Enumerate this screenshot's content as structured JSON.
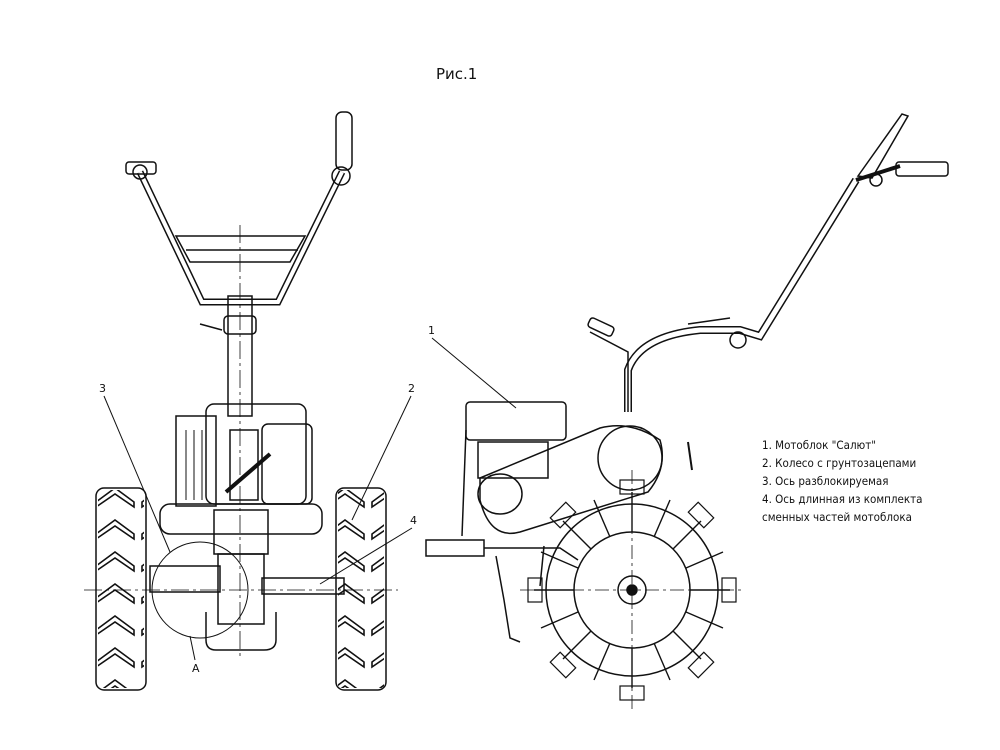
{
  "figure": {
    "title": "Рис.1"
  },
  "callouts": {
    "c1": "1",
    "c2": "2",
    "c3": "3",
    "c4": "4",
    "detail": "A"
  },
  "legend": {
    "items": [
      "1. Мотоблок \"Салют\"",
      "2. Колесо с грунтозацепами",
      "3. Ось разблокируемая",
      "4. Ось длинная из комплекта",
      "сменных частей мотоблока"
    ]
  }
}
